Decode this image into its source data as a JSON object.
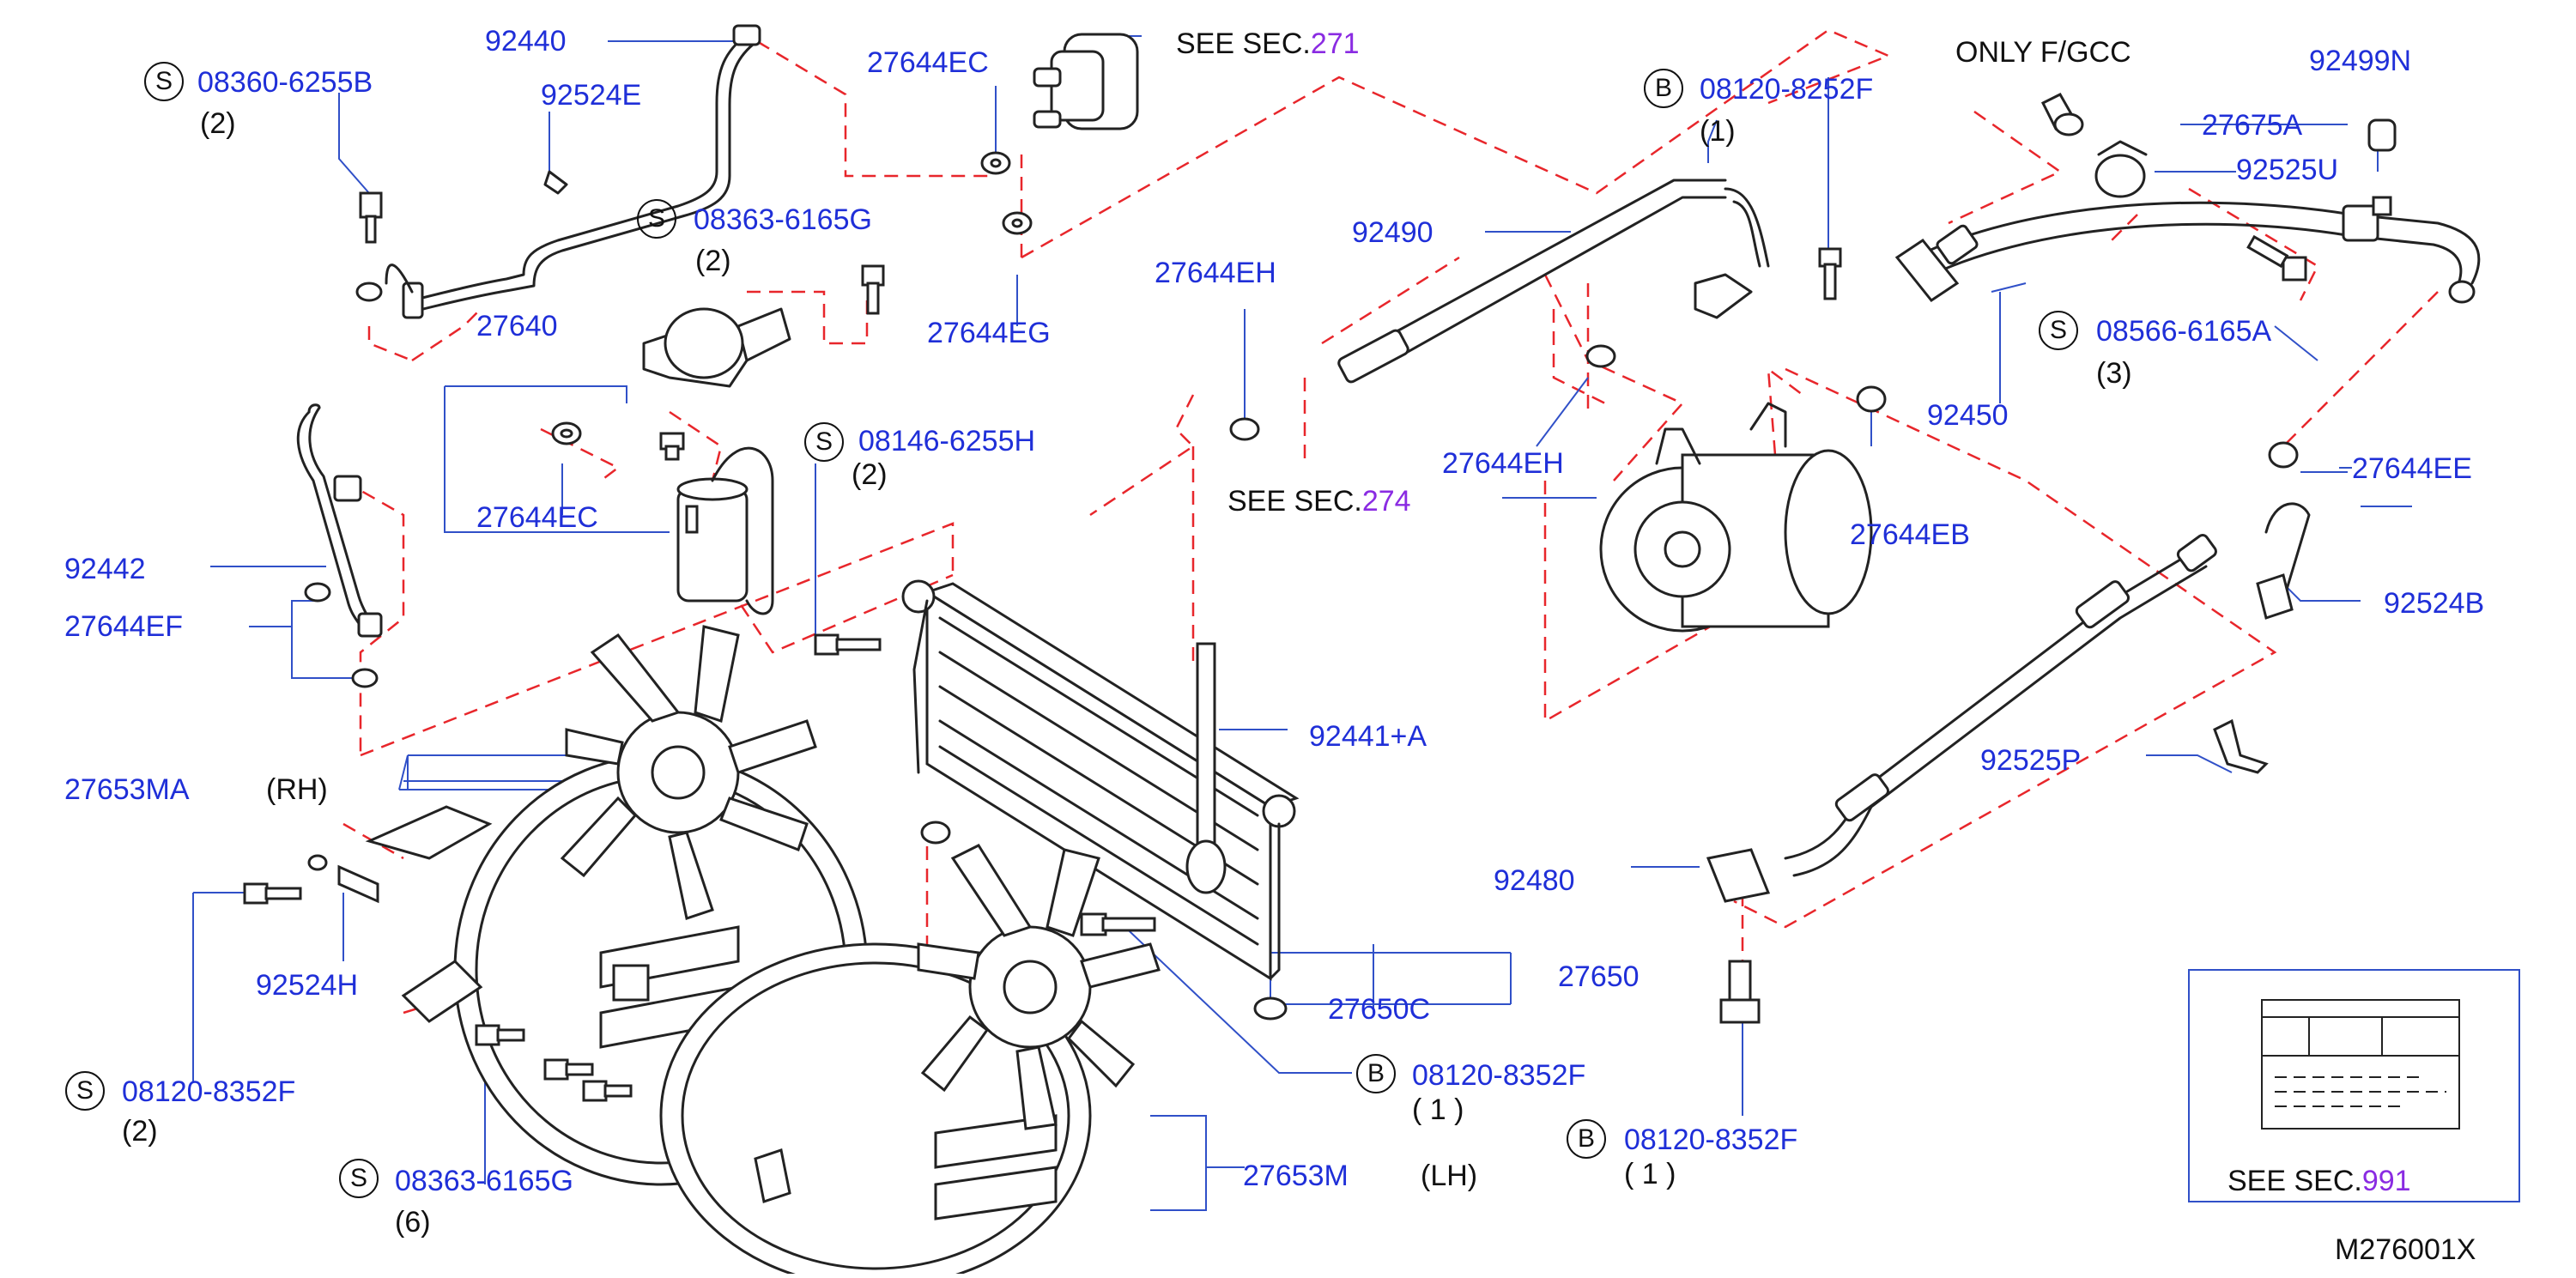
{
  "diagram": {
    "id_code": "M276001X",
    "notes": {
      "see_sec_271": {
        "prefix": "SEE   SEC.",
        "num": "271"
      },
      "see_sec_274": {
        "prefix": "SEE   SEC.",
        "num": "274"
      },
      "see_sec_991": {
        "prefix": "SEE   SEC.",
        "num": "991"
      },
      "only_gcc": "ONLY   F/GCC",
      "rh": "(RH)",
      "lh": "(LH)"
    },
    "bolts": [
      {
        "type": "S",
        "part": "08360-6255B",
        "qty": "(2)"
      },
      {
        "type": "S",
        "part": "08363-6165G",
        "qty": "(2)"
      },
      {
        "type": "S",
        "part": "08146-6255H",
        "qty": "(2)"
      },
      {
        "type": "B",
        "part": "08120-8252F",
        "qty": "(1)"
      },
      {
        "type": "S",
        "part": "08566-6165A",
        "qty": "(3)"
      },
      {
        "type": "S",
        "part": "08120-8352F",
        "qty": "(2)"
      },
      {
        "type": "S",
        "part": "08363-6165G",
        "qty": "(6)"
      },
      {
        "type": "B",
        "part": "08120-8352F",
        "qty": "( 1 )"
      },
      {
        "type": "B",
        "part": "08120-8352F",
        "qty": "( 1 )"
      }
    ],
    "parts": {
      "p92440": "92440",
      "p92524E": "92524E",
      "p27644EC_top": "27644EC",
      "p27644EG": "27644EG",
      "p27640": "27640",
      "p27644EC_mid": "27644EC",
      "p92442": "92442",
      "p27644EF": "27644EF",
      "p27653MA": "27653MA",
      "p92524H": "92524H",
      "p92490": "92490",
      "p27644EH_left": "27644EH",
      "p27644EH_mid": "27644EH",
      "p27644EB": "27644EB",
      "p92441A": "92441+A",
      "p27650": "27650",
      "p27650C": "27650C",
      "p27653M": "27653M",
      "p27675A": "27675A",
      "p92525U": "92525U",
      "p92499N": "92499N",
      "p92450": "92450",
      "p27644EE": "27644EE",
      "p92524B": "92524B",
      "p92525P": "92525P",
      "p92480": "92480"
    }
  }
}
